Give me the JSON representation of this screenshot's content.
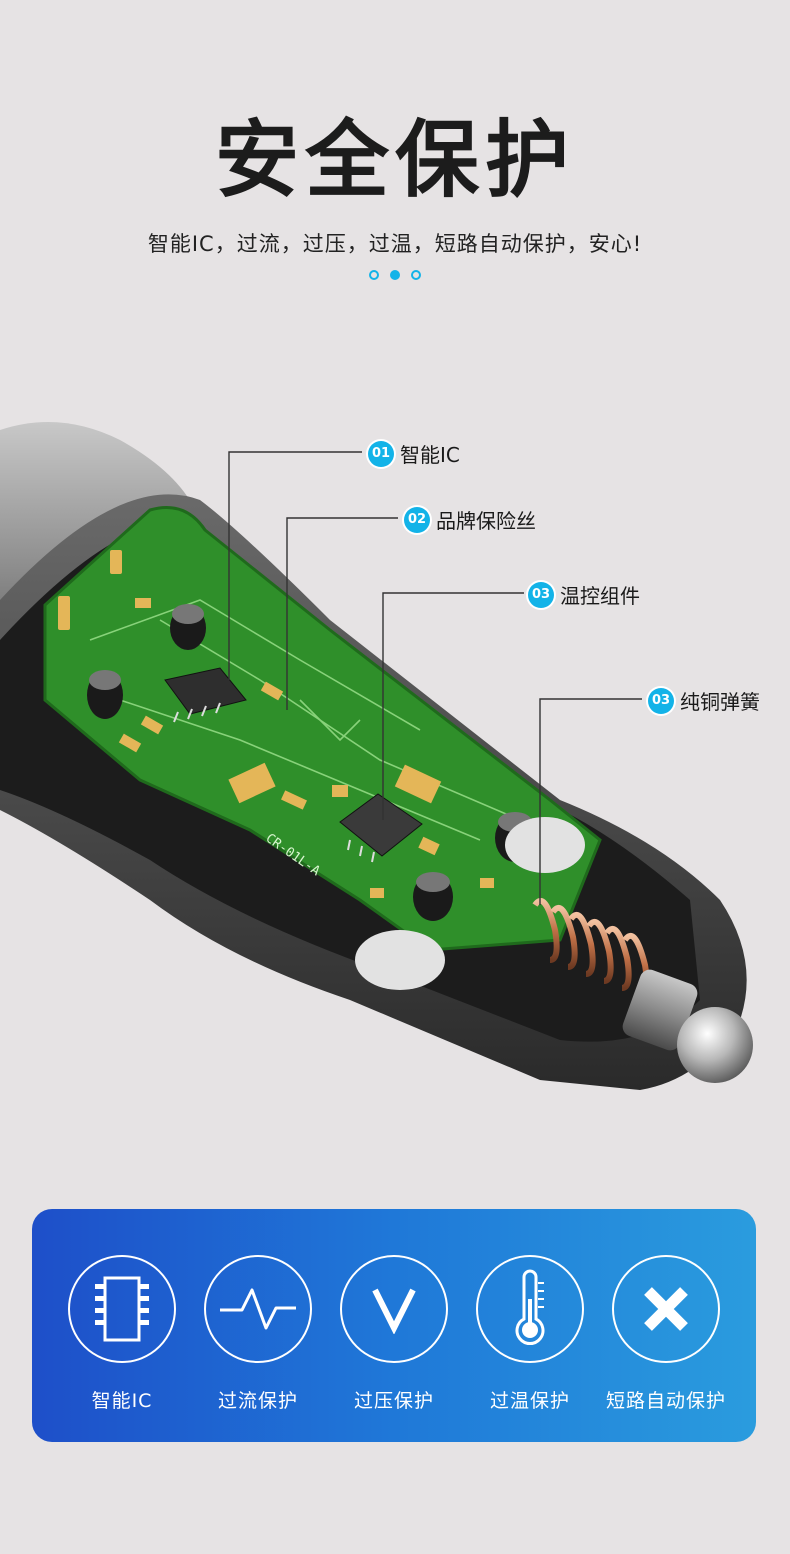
{
  "header": {
    "title": "安全保护",
    "subtitle": "智能IC，过流，过压，过温，短路自动保护，安心!",
    "accent_color": "#13b3e8",
    "indicator_active": 2
  },
  "callouts": [
    {
      "number": "01",
      "label": "智能IC"
    },
    {
      "number": "02",
      "label": "品牌保险丝"
    },
    {
      "number": "03",
      "label": "温控组件"
    },
    {
      "number": "03",
      "label": "纯铜弹簧"
    }
  ],
  "pcb_marking": "CR-01L-A",
  "features": [
    {
      "icon": "chip-icon",
      "label": "智能IC"
    },
    {
      "icon": "current-wave-icon",
      "label": "过流保护"
    },
    {
      "icon": "voltage-v-icon",
      "label": "过压保护"
    },
    {
      "icon": "thermometer-icon",
      "label": "过温保护"
    },
    {
      "icon": "x-mark-icon",
      "label": "短路自动保护"
    }
  ],
  "colors": {
    "background": "#e6e3e4",
    "panel_gradient": [
      "#1e4fc9",
      "#2a9cde"
    ],
    "pcb_green": "#2f8f2a"
  }
}
